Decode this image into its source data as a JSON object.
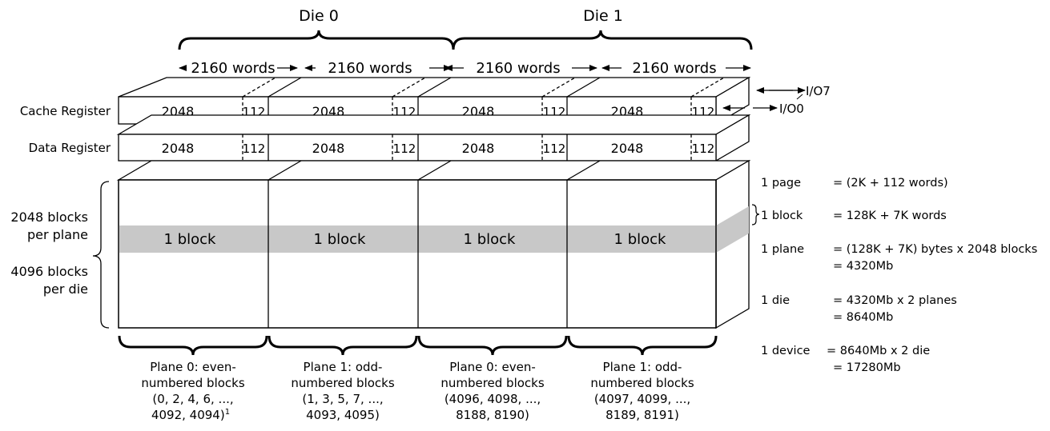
{
  "dies": [
    {
      "label": "Die 0"
    },
    {
      "label": "Die 1"
    }
  ],
  "word_labels": [
    "2160 words",
    "2160 words",
    "2160 words",
    "2160 words"
  ],
  "registers": [
    {
      "label": "Cache Register",
      "main": "2048",
      "spare": "112"
    },
    {
      "label": "Data Register",
      "main": "2048",
      "spare": "112"
    }
  ],
  "io_labels": {
    "top": "I/O7",
    "bottom": "I/O0"
  },
  "block_label": "1 block",
  "left_labels": {
    "blocks_per_plane": [
      "2048 blocks",
      "per plane"
    ],
    "blocks_per_die": [
      "4096 blocks",
      "per die"
    ]
  },
  "planes": [
    {
      "lines": [
        "Plane 0: even-",
        "numbered blocks",
        "(0, 2, 4, 6, ...,",
        "4092, 4094)"
      ],
      "footnote": "1"
    },
    {
      "lines": [
        "Plane 1: odd-",
        "numbered blocks",
        "(1, 3, 5, 7, ...,",
        "4093, 4095)"
      ],
      "footnote": ""
    },
    {
      "lines": [
        "Plane 0: even-",
        "numbered blocks",
        "(4096, 4098, ...,",
        "8188, 8190)"
      ],
      "footnote": ""
    },
    {
      "lines": [
        "Plane 1: odd-",
        "numbered blocks",
        "(4097, 4099, ...,",
        "8189, 8191)"
      ],
      "footnote": ""
    }
  ],
  "definitions": [
    {
      "term": "1 page",
      "lines": [
        "= (2K + 112 words)"
      ]
    },
    {
      "term": "1 block",
      "lines": [
        "= 128K + 7K words"
      ]
    },
    {
      "term": "1 plane",
      "lines": [
        "= (128K + 7K) bytes x 2048 blocks",
        "= 4320Mb"
      ]
    },
    {
      "term": "1 die",
      "lines": [
        "= 4320Mb x 2 planes",
        "= 8640Mb"
      ]
    },
    {
      "term": "1 device",
      "lines": [
        "= 8640Mb x 2 die",
        "= 17280Mb"
      ]
    }
  ],
  "colors": {
    "block_band": "#c8c8c8",
    "line": "#000000",
    "background": "#ffffff"
  }
}
